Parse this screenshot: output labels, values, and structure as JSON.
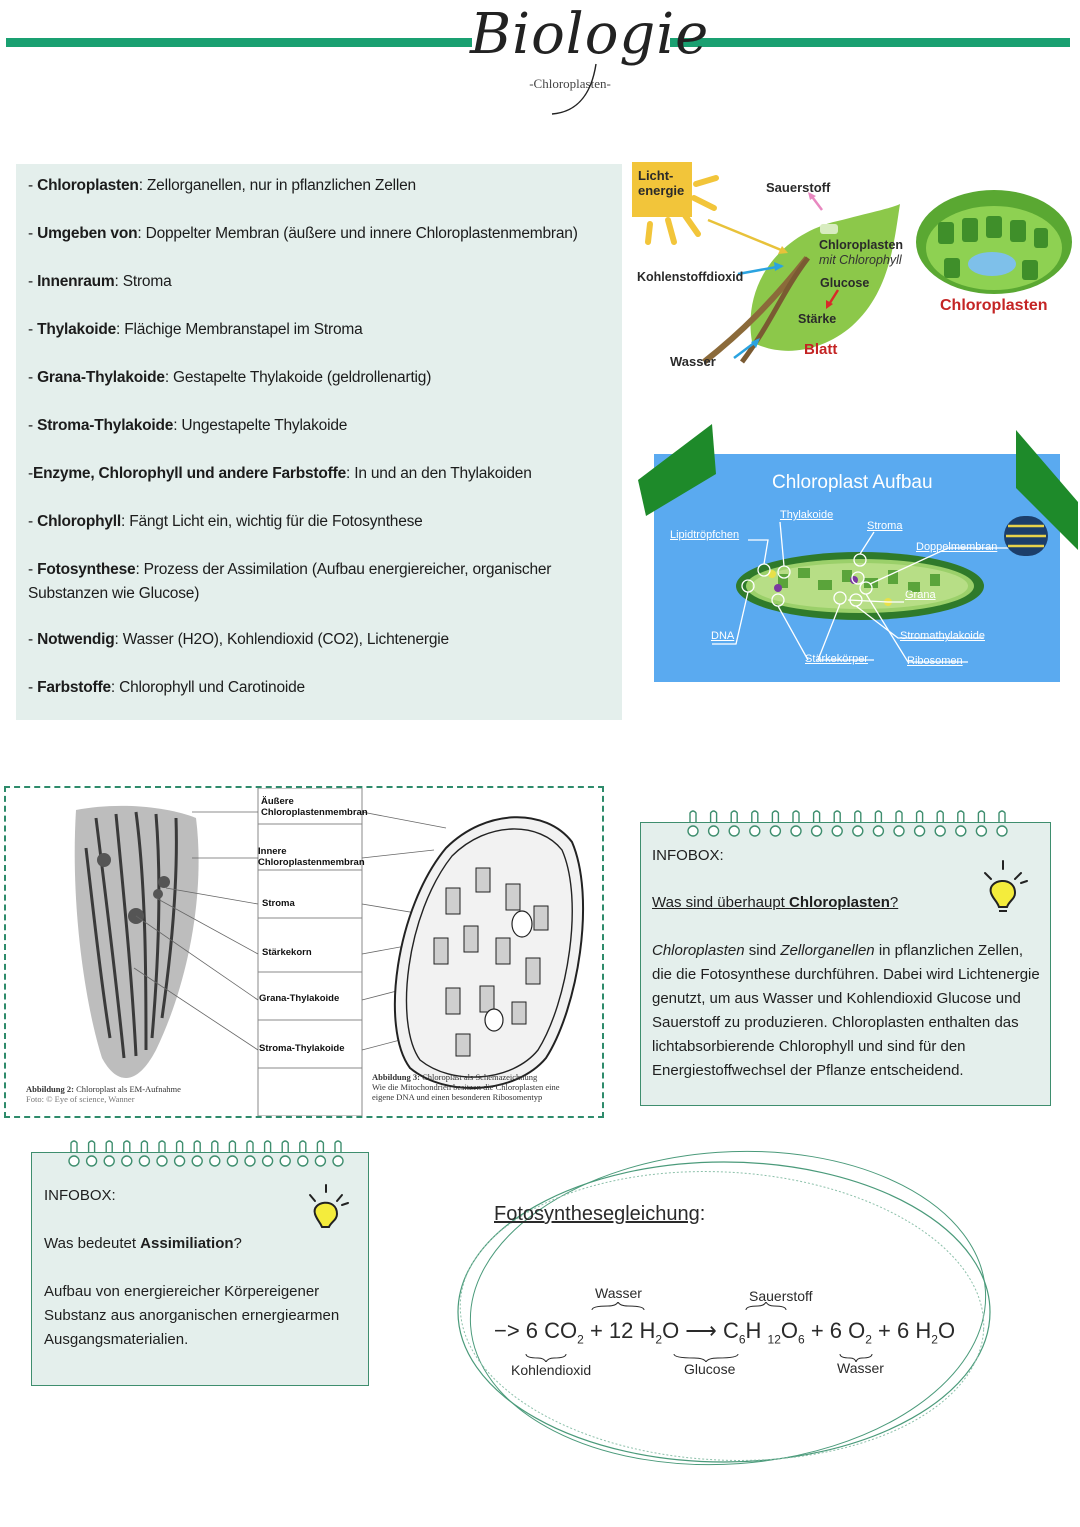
{
  "header": {
    "title": "Biologie",
    "subtitle": "-Chloroplasten-"
  },
  "notes": [
    {
      "bold": "Chloroplasten",
      "rest": ": Zellorganellen, nur in pflanzlichen Zellen",
      "prefix": "- "
    },
    {
      "bold": "Umgeben von",
      "rest": ": Doppelter Membran (äußere und innere Chloroplastenmembran)",
      "prefix": "- "
    },
    {
      "bold": "Innenraum",
      "rest": ": Stroma",
      "prefix": "- "
    },
    {
      "bold": "Thylakoide",
      "rest": ": Flächige Membranstapel im Stroma",
      "prefix": "- "
    },
    {
      "bold": "Grana-Thylakoide",
      "rest": ": Gestapelte Thylakoide (geldrollenartig)",
      "prefix": " - "
    },
    {
      "bold": "Stroma-Thylakoide",
      "rest": ": Ungestapelte Thylakoide",
      "prefix": "- "
    },
    {
      "bold": "Enzyme, Chlorophyll und andere Farbstoffe",
      "rest": ": In und an den Thylakoiden",
      "prefix": "-"
    },
    {
      "bold": "Chlorophyll",
      "rest": ": Fängt Licht ein, wichtig für die Fotosynthese",
      "prefix": "- "
    },
    {
      "bold": "Fotosynthese",
      "rest": ": Prozess der Assimilation (Aufbau energiereicher, organischer Substanzen wie Glucose)",
      "prefix": "- "
    },
    {
      "bold": "Notwendig",
      "rest": ": Wasser (H2O), Kohlendioxid (CO2), Lichtenergie",
      "prefix": " - "
    },
    {
      "bold": "Farbstoffe",
      "rest": ": Chlorophyll und Carotinoide",
      "prefix": " - "
    }
  ],
  "leaf_diagram": {
    "licht1": "Licht-",
    "licht2": "energie",
    "sauerstoff": "Sauerstoff",
    "chloro1": "Chloroplasten",
    "chloro2": "mit Chlorophyll",
    "kohlen": "Kohlenstoffdioxid",
    "glucose": "Glucose",
    "staerke": "Stärke",
    "wasser": "Wasser",
    "blatt": "Blatt",
    "chloroplasten": "Chloroplasten"
  },
  "aufbau": {
    "title": "Chloroplast Aufbau",
    "labels": {
      "thylakoide": "Thylakoide",
      "stroma": "Stroma",
      "lipid": "Lipidtröpfchen",
      "doppel": "Doppelmembran",
      "grana": "Grana",
      "dna": "DNA",
      "stromathy": "Stromathylakoide",
      "staerke": "Stärkekörper",
      "ribo": "Ribosomen"
    }
  },
  "em_figure": {
    "labels": [
      "Äußere Chloroplastenmembran",
      "Innere Chloroplastenmembran",
      "Stroma",
      "Stärkekorn",
      "Grana-Thylakoide",
      "Stroma-Thylakoide"
    ],
    "cap2_bold": "Abbildung 2:",
    "cap2": "Chloroplast als EM-Aufnahme",
    "cap2_src": "Foto: © Eye of science, Wanner",
    "cap3_bold": "Abbildung 3:",
    "cap3": "Chloroplast als Schemazeichnung",
    "cap3_l2": "Wie die Mitochondrien besitzen die Chloroplasten eine",
    "cap3_l3": "eigene DNA und einen besonderen Ribosomentyp"
  },
  "info1": {
    "heading": "INFOBOX:",
    "q_pre": "Was sind überhaupt ",
    "q_bold": "Chloroplasten",
    "q_post": "?",
    "body_i1": "Chloroplasten",
    "body_1": " sind ",
    "body_i2": "Zellorganellen",
    "body_2": " in pflanzlichen Zellen, die die Fotosynthese durchführen. Dabei wird Lichtenergie genutzt, um aus Wasser und Kohlendioxid Glucose und Sauerstoff zu produzieren. Chloroplasten enthalten das lichtabsorbierende Chlorophyll und sind für den Energiestoffwechsel der Pflanze entscheidend."
  },
  "info2": {
    "heading": "INFOBOX:",
    "q_pre": "Was bedeutet ",
    "q_bold": "Assimiliation",
    "q_post": "?",
    "body": "Aufbau von energiereicher Körpereigener Substanz aus anorganischen ernergiearmen Ausgangsmaterialien."
  },
  "equation": {
    "title": "Fotosynthesegleichung",
    "title_colon": ":",
    "top_wasser": "Wasser",
    "top_sauerstoff": "Sauerstoff",
    "bot_kohlen": "Kohlendioxid",
    "bot_glucose": "Glucose",
    "bot_wasser": "Wasser"
  },
  "colors": {
    "accent": "#1aa071",
    "box": "#e4efec",
    "border": "#3e8e6e",
    "aufbau_bg": "#5aaaf0"
  }
}
